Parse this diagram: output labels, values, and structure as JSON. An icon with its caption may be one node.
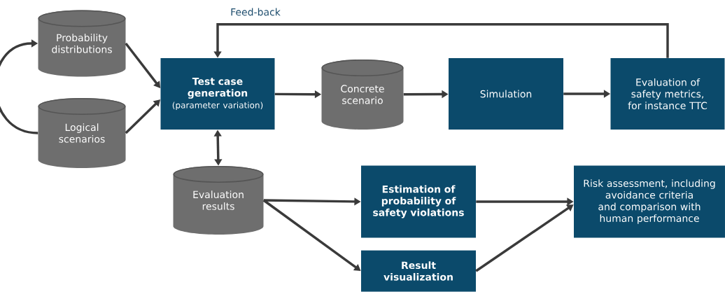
{
  "diagram": {
    "nodes": [
      {
        "text": [
          "Probability distributions"
        ]
      },
      {
        "text": [
          "Logical scenarios"
        ]
      },
      {
        "text": [
          "Test case generation",
          "(parameter variation)"
        ]
      },
      {
        "text": [
          "Concrete scenario"
        ]
      },
      {
        "text": [
          "Simulation"
        ]
      },
      {
        "text": [
          "Evaluation of safety metrics, for instance TTC"
        ]
      },
      {
        "text": [
          "Evaluation results"
        ]
      },
      {
        "text": [
          "Estimation of probability of safety violations"
        ]
      },
      {
        "text": [
          "Result visualization"
        ]
      },
      {
        "text": [
          "Risk assessment, including avoidance criteria and comparison with human performance"
        ]
      }
    ],
    "edges": [
      {
        "from": 1,
        "to": 0,
        "arrow": "to"
      },
      {
        "from": 0,
        "to": 2,
        "arrow": "to"
      },
      {
        "from": 1,
        "to": 2,
        "arrow": "to"
      },
      {
        "from": 2,
        "to": 3,
        "arrow": "to"
      },
      {
        "from": 3,
        "to": 4,
        "arrow": "to"
      },
      {
        "from": 4,
        "to": 5,
        "arrow": "to"
      },
      {
        "from": 5,
        "to": 2,
        "arrow": "to",
        "label": "Feed-back"
      },
      {
        "from": 2,
        "to": 6,
        "arrow": "both"
      },
      {
        "from": 6,
        "to": 7,
        "arrow": "to"
      },
      {
        "from": 6,
        "to": 8,
        "arrow": "to"
      },
      {
        "from": 7,
        "to": 9,
        "arrow": "to"
      },
      {
        "from": 8,
        "to": 9,
        "arrow": "to"
      }
    ]
  }
}
